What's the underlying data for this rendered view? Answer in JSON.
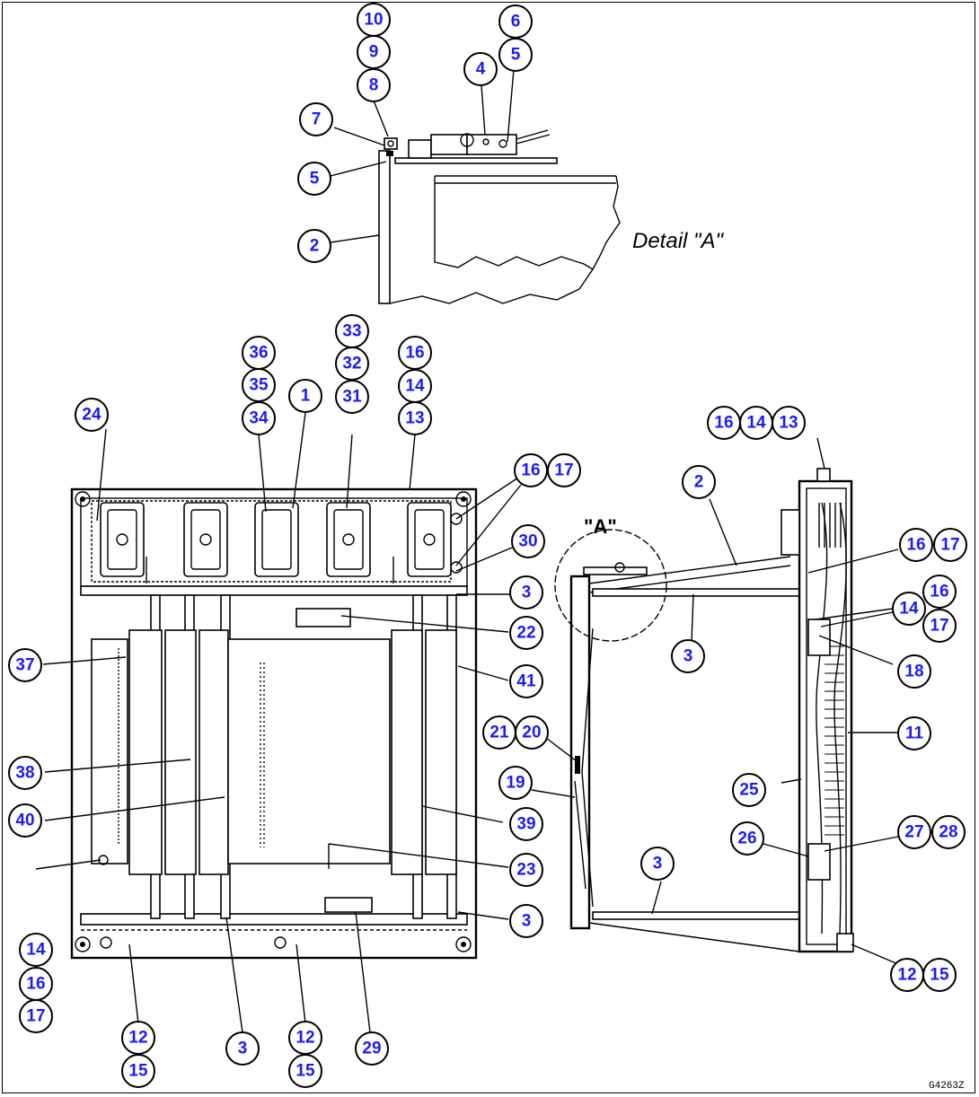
{
  "detail_label": "Detail \"A\"",
  "section_marker": "\"A\"",
  "drawing_code": "G4263Z",
  "callouts": {
    "d_10": "10",
    "d_9": "9",
    "d_8": "8",
    "d_6": "6",
    "d_4": "4",
    "d_5a": "5",
    "d_7": "7",
    "d_5b": "5",
    "d_2": "2",
    "f_36": "36",
    "f_35": "35",
    "f_34": "34",
    "f_1": "1",
    "f_33": "33",
    "f_32": "32",
    "f_31": "31",
    "f_16a": "16",
    "f_14a": "14",
    "f_13a": "13",
    "f_24": "24",
    "f_16b": "16",
    "f_17a": "17",
    "f_30": "30",
    "f_3a": "3",
    "f_22": "22",
    "f_37": "37",
    "f_41": "41",
    "f_38": "38",
    "f_40": "40",
    "f_39": "39",
    "f_23": "23",
    "f_3b": "3",
    "f_14b": "14",
    "f_16c": "16",
    "f_17b": "17",
    "f_12a": "12",
    "f_15a": "15",
    "f_3c": "3",
    "f_12b": "12",
    "f_15b": "15",
    "f_29": "29",
    "s_16": "16",
    "s_14": "14",
    "s_13": "13",
    "s_2": "2",
    "s_16b": "16",
    "s_17b": "17",
    "s_16c": "16",
    "s_14c": "14",
    "s_17c": "17",
    "s_3a": "3",
    "s_18": "18",
    "s_21": "21",
    "s_20": "20",
    "s_11": "11",
    "s_19": "19",
    "s_25": "25",
    "s_26": "26",
    "s_27": "27",
    "s_28": "28",
    "s_3b": "3",
    "s_12": "12",
    "s_15": "15"
  }
}
